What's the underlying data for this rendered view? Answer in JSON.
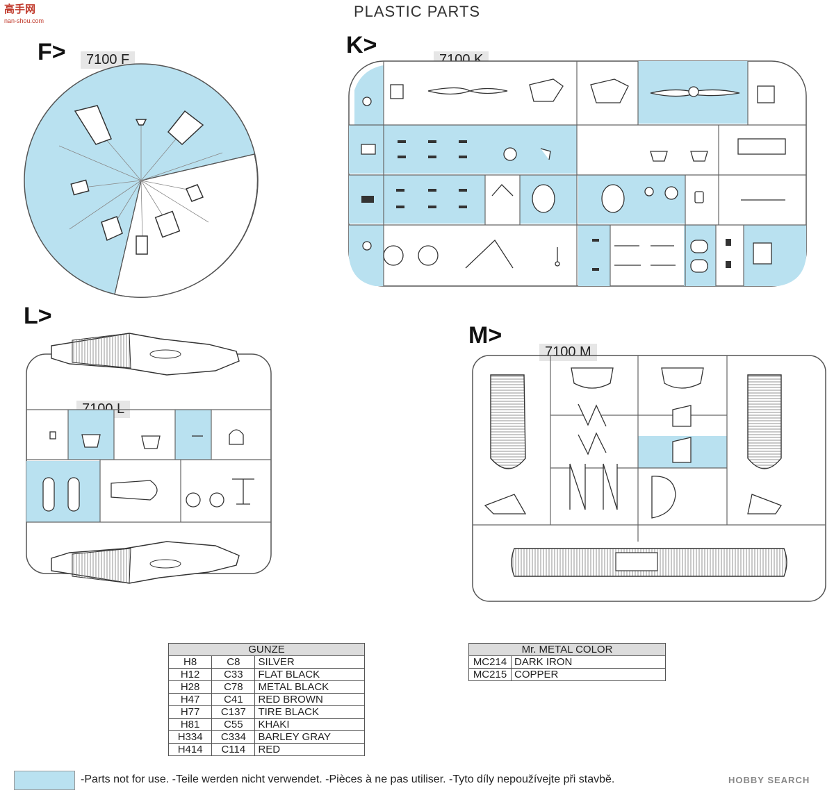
{
  "page": {
    "title": "PLASTIC PARTS",
    "watermark_main": "高手网",
    "watermark_sub": "nan-shou.com"
  },
  "sprues": {
    "f": {
      "letter": "F>",
      "label": "7100 F"
    },
    "k": {
      "letter": "K>",
      "label": "7100 K"
    },
    "l": {
      "letter": "L>",
      "label": "7100 L"
    },
    "m": {
      "letter": "M>",
      "label": "7100 M"
    }
  },
  "gunze": {
    "header": "GUNZE",
    "rows": [
      [
        "H8",
        "C8",
        "SILVER"
      ],
      [
        "H12",
        "C33",
        "FLAT BLACK"
      ],
      [
        "H28",
        "C78",
        "METAL BLACK"
      ],
      [
        "H47",
        "C41",
        "RED BROWN"
      ],
      [
        "H77",
        "C137",
        "TIRE BLACK"
      ],
      [
        "H81",
        "C55",
        "KHAKI"
      ],
      [
        "H334",
        "C334",
        "BARLEY GRAY"
      ],
      [
        "H414",
        "C114",
        "RED"
      ]
    ]
  },
  "metal": {
    "header": "Mr. METAL COLOR",
    "rows": [
      [
        "MC214",
        "DARK IRON"
      ],
      [
        "MC215",
        "COPPER"
      ]
    ]
  },
  "legend": {
    "text": "-Parts not for use. -Teile werden nicht verwendet. -Pièces à ne pas utiliser. -Tyto díly nepoužívejte při stavbě.",
    "swatch_color": "#b9e1f0",
    "brand": "HOBBY SEARCH"
  },
  "colors": {
    "unused": "#b9e1f0",
    "line": "#555555"
  }
}
